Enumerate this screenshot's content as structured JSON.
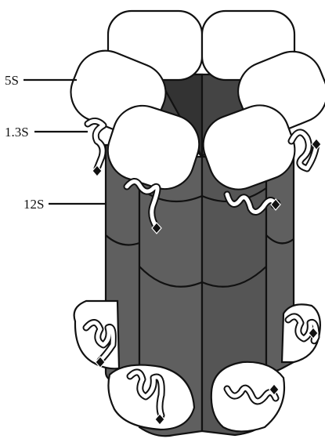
{
  "labels": {
    "five_s": "5S",
    "one_three_s": "1.3S",
    "twelve_s": "12S"
  },
  "colors": {
    "twelve_s_subunit": "#5f5f5f",
    "twelve_s_dark": "#444444",
    "five_s_subunit": "#ffffff",
    "outline": "#111111"
  }
}
